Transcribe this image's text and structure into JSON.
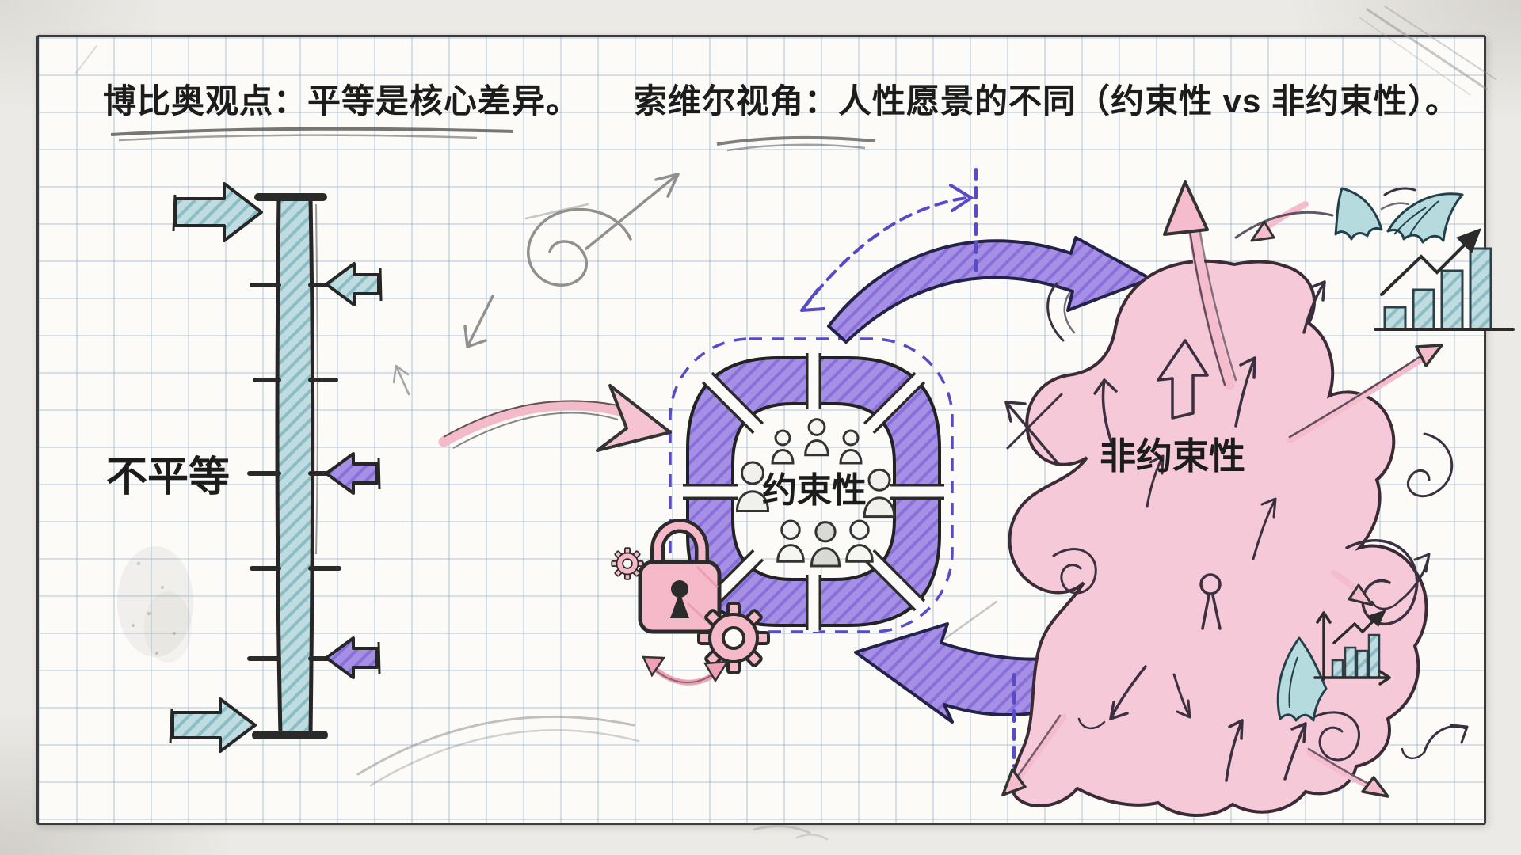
{
  "page": {
    "kind": "hand-drawn notebook comparison diagram",
    "background": "#eceae6",
    "paper_color": "#fcfbf8",
    "grid_color": "#7da0c3"
  },
  "titles": {
    "bobbio": "博比奥观点：平等是核心差异。",
    "sowell": "索维尔视角：人性愿景的不同（约束性 vs 非约束性）。"
  },
  "labels": {
    "inequality": "不平等",
    "constrained": "约束性",
    "unconstrained": "非约束性"
  },
  "colors": {
    "teal": "#bfdde0",
    "teal_dark": "#8cbcc4",
    "purple": "#a690e6",
    "purple_dark": "#8a6fd8",
    "dashed_purple": "#574bc6",
    "pink": "#f6c9d8",
    "pink_strong": "#ef9fb6",
    "ink": "#2b2b2b",
    "pencil": "#909090"
  },
  "icons": {
    "lock": "padlock-icon",
    "gear": "gear-icon",
    "people": "people-group-icon",
    "wings": "wings-icon",
    "growth_chart": "growth-chart-icon",
    "person": "person-icon"
  }
}
